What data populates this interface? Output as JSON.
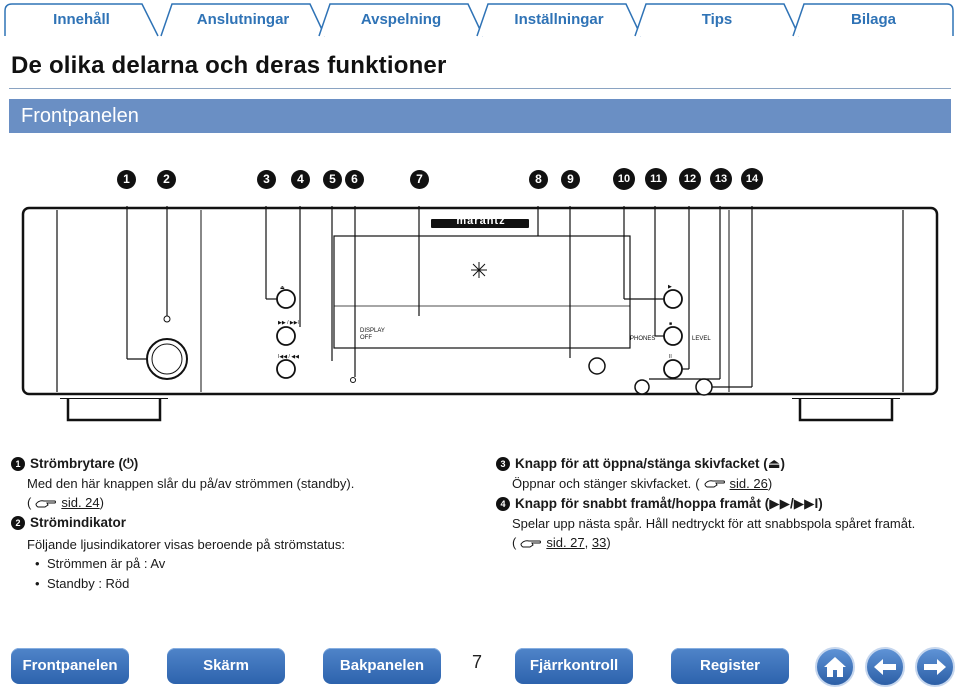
{
  "tabs": [
    {
      "label": "Innehåll"
    },
    {
      "label": "Anslutningar"
    },
    {
      "label": "Avspelning"
    },
    {
      "label": "Inställningar"
    },
    {
      "label": "Tips"
    },
    {
      "label": "Bilaga"
    }
  ],
  "page": {
    "title": "De olika delarna och deras funktioner",
    "section": "Frontpanelen"
  },
  "diagram": {
    "callouts": [
      "1",
      "2",
      "3",
      "4",
      "5",
      "6",
      "7",
      "8",
      "9",
      "10",
      "11",
      "12",
      "13",
      "14"
    ],
    "brand": "marantz",
    "labels": {
      "display_off": "DISPLAY\nOFF",
      "phones": "PHONES",
      "level": "LEVEL"
    }
  },
  "items": [
    {
      "num": "1",
      "title": "Strömbrytare (⏻)",
      "text": "Med den här knappen slår du på/av strömmen (standby).",
      "ref_open": "(",
      "ref_link": "sid. 24",
      "ref_close": ")"
    },
    {
      "num": "2",
      "title": "Strömindikator",
      "text": "Följande ljusindikatorer visas beroende på strömstatus:",
      "bullets": [
        "Strömmen är på : Av",
        "Standby : Röd"
      ]
    },
    {
      "num": "3",
      "title": "Knapp för att öppna/stänga skivfacket (⏏)",
      "text": "Öppnar och stänger skivfacket.",
      "ref_open": "(",
      "ref_link": "sid. 26",
      "ref_close": ")"
    },
    {
      "num": "4",
      "title": "Knapp för snabbt framåt/hoppa framåt (▶▶/▶▶I)",
      "text": "Spelar upp nästa spår. Håll nedtryckt för att snabbspola spåret framåt.",
      "ref_open": "(",
      "ref_link": "sid. 27",
      "ref_sep": ", ",
      "ref_link2": "33",
      "ref_close": ")"
    }
  ],
  "footer": {
    "buttons": [
      "Frontpanelen",
      "Skärm",
      "Bakpanelen",
      "Fjärrkontroll",
      "Register"
    ],
    "page_number": "7"
  },
  "colors": {
    "tab_text": "#2f73b6",
    "section_band": "#6a8fc4",
    "footer_button": "#3a6fb8"
  },
  "icons": [
    "reference-hand-icon",
    "home-icon",
    "back-arrow-icon",
    "forward-arrow-icon"
  ]
}
